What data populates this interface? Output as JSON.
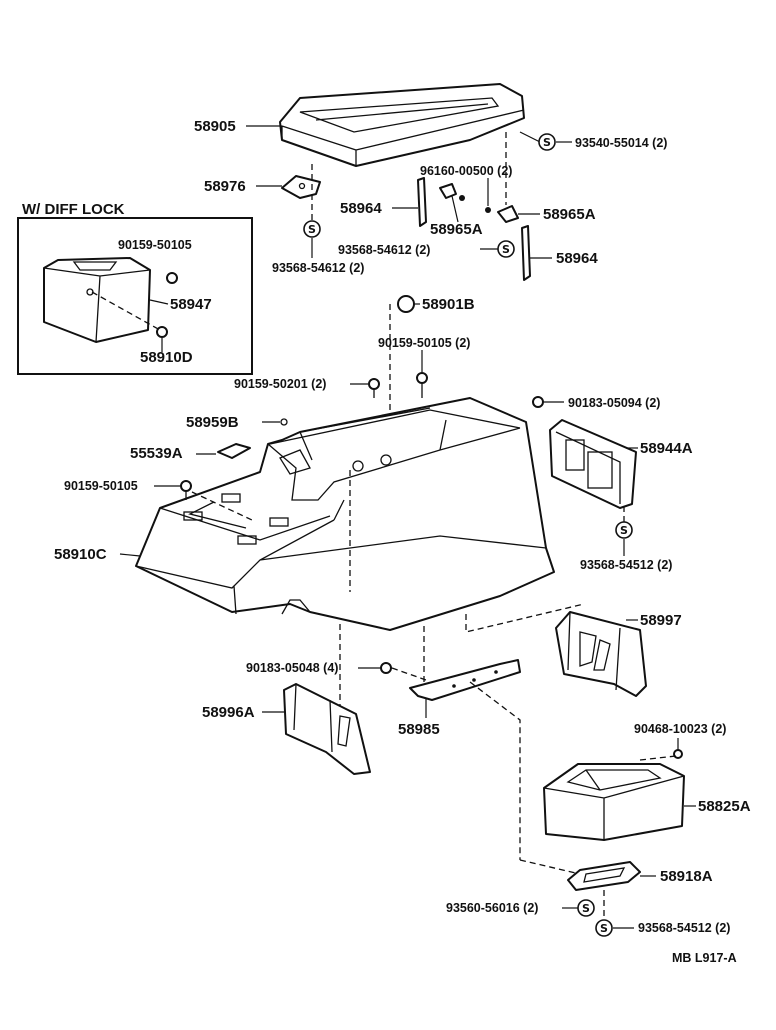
{
  "inset": {
    "title": "W/ DIFF  LOCK"
  },
  "labels": {
    "p58905": "58905",
    "p93540": "93540-55014 (2)",
    "p58976": "58976",
    "p96160": "96160-00500 (2)",
    "p58964a": "58964",
    "p58965a1": "58965A",
    "p58965a2": "58965A",
    "p93568a": "93568-54612 (2)",
    "p93568b": "93568-54612 (2)",
    "p58964b": "58964",
    "p90159a": "90159-50105",
    "p58947": "58947",
    "p58910d": "58910D",
    "p58901b": "58901B",
    "p90159b": "90159-50105 (2)",
    "p90159c": "90159-50201 (2)",
    "p90183a": "90183-05094 (2)",
    "p58959b": "58959B",
    "p55539a": "55539A",
    "p58944a": "58944A",
    "p90159d": "90159-50105",
    "p58910c": "58910C",
    "p93568c": "93568-54512 (2)",
    "p58997": "58997",
    "p90183b": "90183-05048 (4)",
    "p58996a": "58996A",
    "p58985": "58985",
    "p90468": "90468-10023 (2)",
    "p58825a": "58825A",
    "p58918a": "58918A",
    "p93560": "93560-56016 (2)",
    "p93568d": "93568-54512 (2)",
    "ref": "MB  L917-A"
  },
  "symbols": {
    "s": "S"
  }
}
